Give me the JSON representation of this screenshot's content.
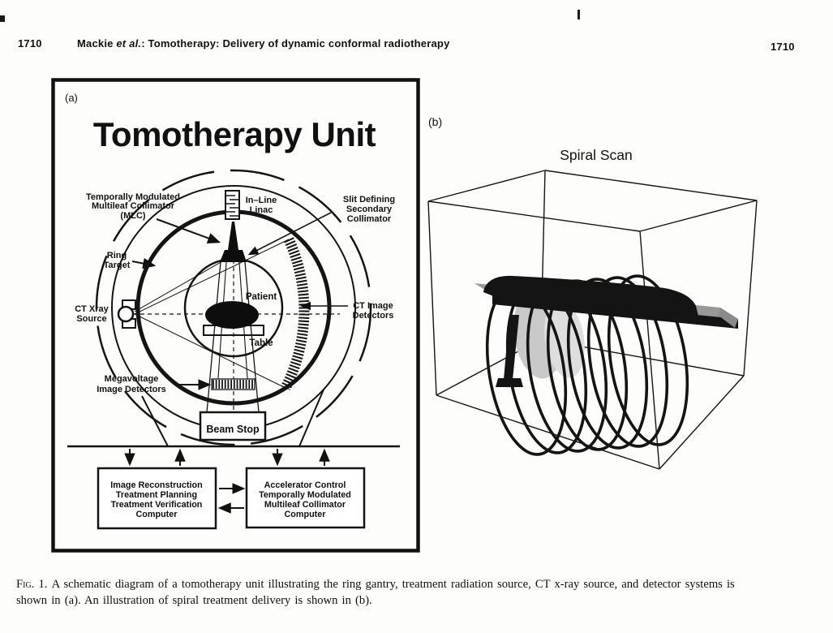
{
  "page": {
    "background": "#fdfdfc",
    "ink": "#111111"
  },
  "header": {
    "page_number_left": "1710",
    "page_number_right": "1710",
    "running_title_author": "Mackie ",
    "running_title_etal": "et al.",
    "running_title_rest": ": Tomotherapy: Delivery of dynamic conformal radiotherapy"
  },
  "figure_a": {
    "panel_label": "(a)",
    "title": "Tomotherapy Unit",
    "labels": {
      "mlc_1": "Temporally Modulated",
      "mlc_2": "Multileaf Collimator",
      "mlc_3": "(MLC)",
      "linac_1": "In–Line",
      "linac_2": "Linac",
      "slit_1": "Slit Defining",
      "slit_2": "Secondary",
      "slit_3": "Collimator",
      "ring_1": "Ring",
      "ring_2": "Target",
      "ct_source_1": "CT Xray",
      "ct_source_2": "Source",
      "ct_det_1": "CT Image",
      "ct_det_2": "Detectors",
      "mv_det_1": "Megavoltage",
      "mv_det_2": "Image Detectors",
      "patient": "Patient",
      "table": "Table",
      "beam_stop": "Beam Stop"
    },
    "computers": {
      "left_1": "Image Reconstruction",
      "left_2": "Treatment Planning",
      "left_3": "Treatment Verification",
      "left_4": "Computer",
      "right_1": "Accelerator Control",
      "right_2": "Temporally Modulated",
      "right_3": "Multileaf Collimator",
      "right_4": "Computer"
    }
  },
  "figure_b": {
    "panel_label": "(b)",
    "title": "Spiral Scan"
  },
  "caption": {
    "fig_label": "Fig. 1.",
    "line1": "A schematic diagram of a tomotherapy unit illustrating the ring gantry, treatment radiation source, CT x-ray source, and detector systems is",
    "line2": "shown in (a). An illustration of spiral treatment delivery is shown in (b)."
  }
}
